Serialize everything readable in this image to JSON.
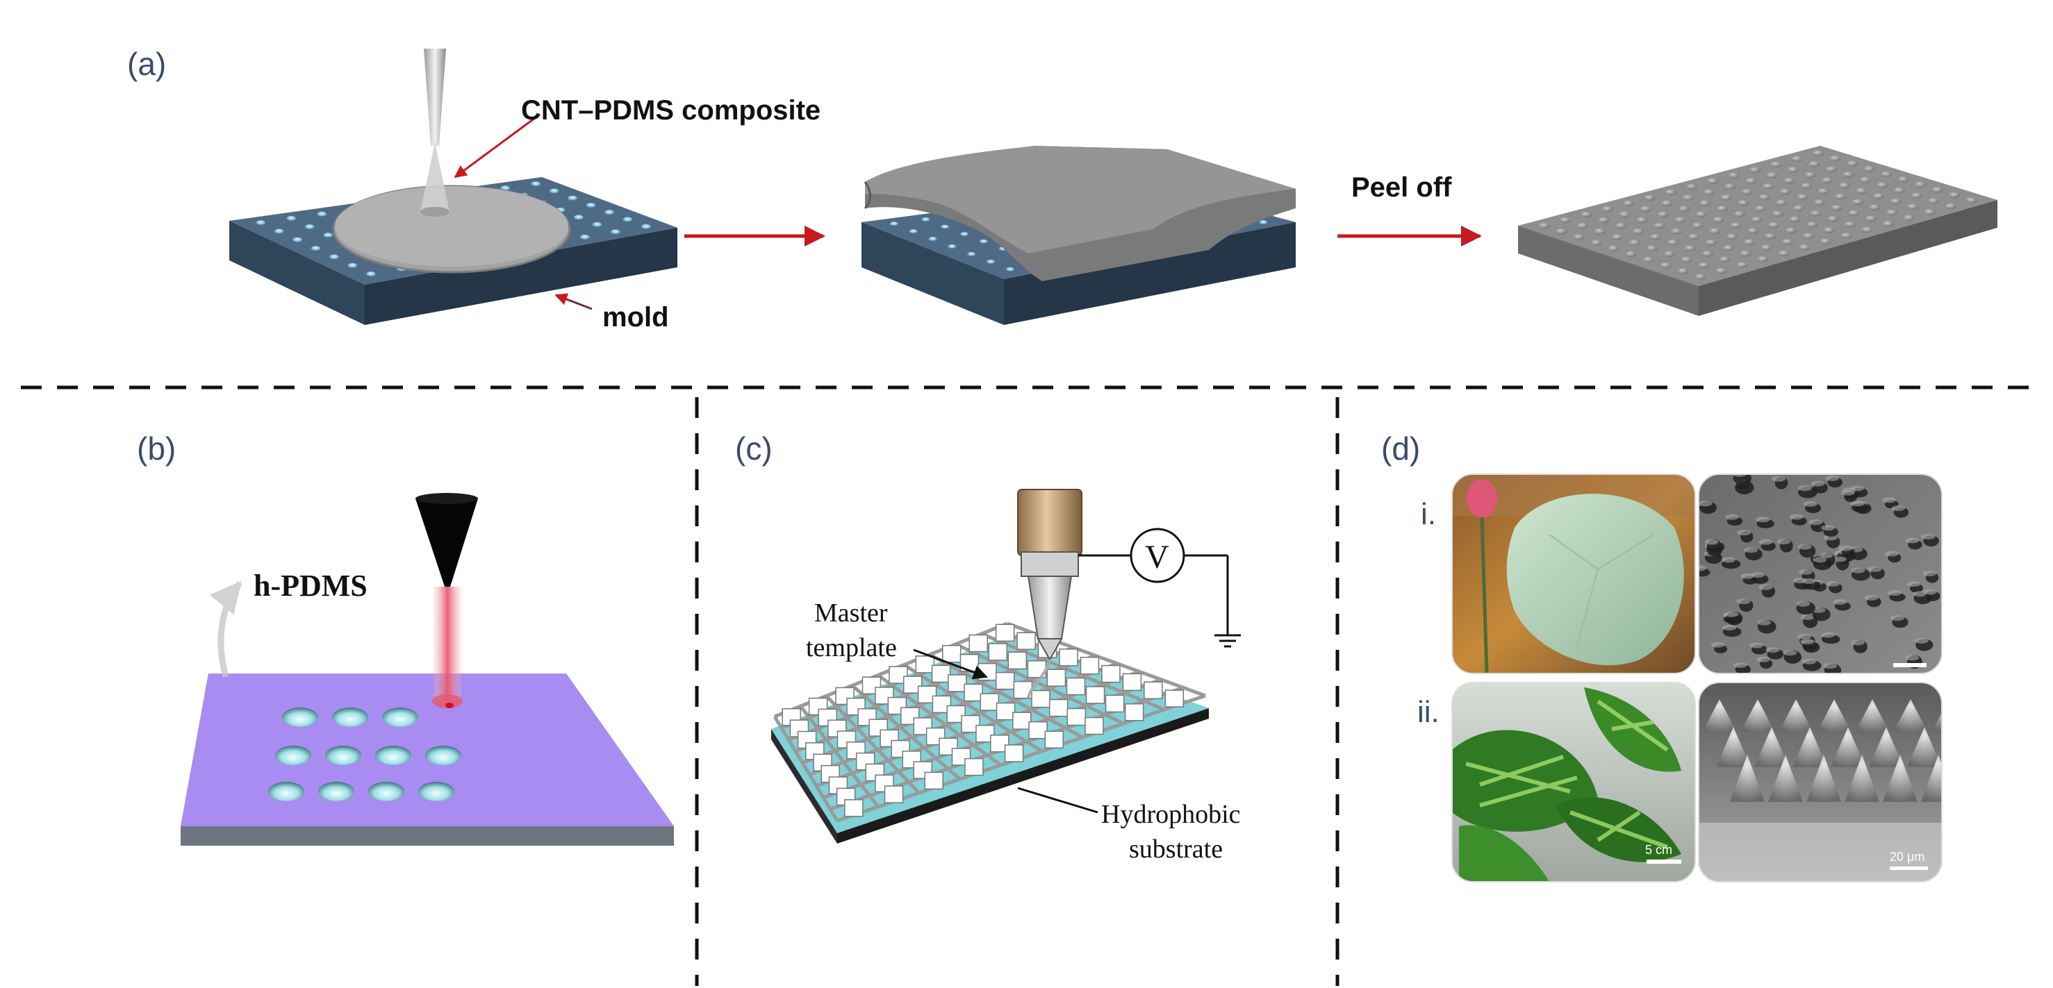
{
  "panels": {
    "a": {
      "label": "(a)",
      "composite_label": "CNT–PDMS composite",
      "mold_label": "mold",
      "peel_label": "Peel off"
    },
    "b": {
      "label": "(b)",
      "material_label": "h-PDMS"
    },
    "c": {
      "label": "(c)",
      "voltage_symbol": "V",
      "master_label_1": "Master",
      "master_label_2": "template",
      "substrate_label_1": "Hydrophobic",
      "substrate_label_2": "substrate"
    },
    "d": {
      "label": "(d)",
      "row_i": "i.",
      "row_ii": "ii.",
      "scale_leaf_ii": "5 cm",
      "scale_sem_ii": "20 μm"
    }
  },
  "colors": {
    "arrow_red": "#c8191e",
    "mold_blue": "#3f5a74",
    "pdms_gray": "#8a8a8a",
    "substrate_purple": "#a88cf0",
    "laser_red": "#e8586a"
  }
}
